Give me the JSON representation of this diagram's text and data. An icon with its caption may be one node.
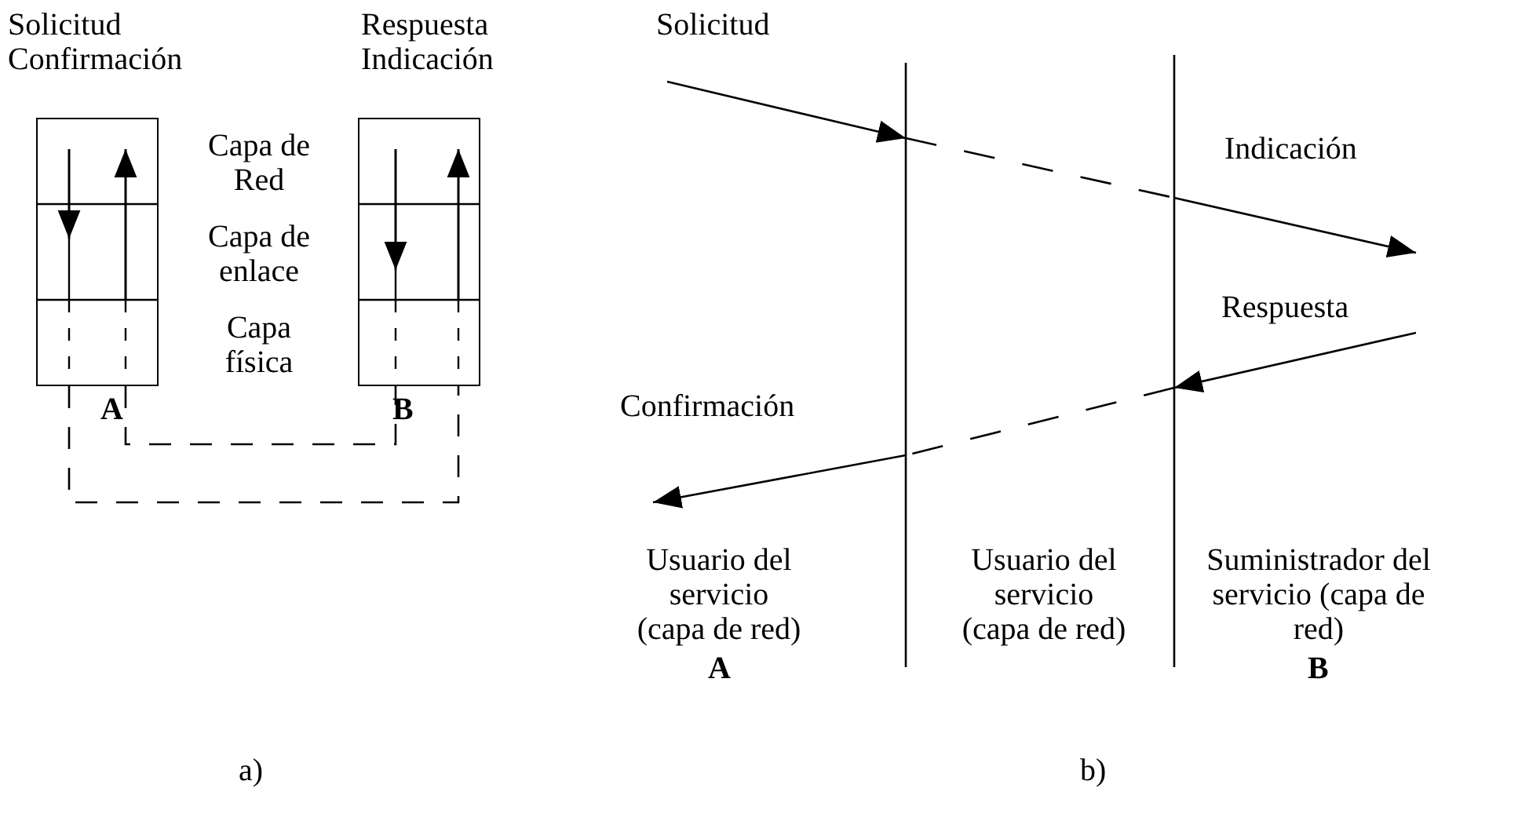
{
  "diagram": {
    "nodes": [
      {
        "text": [],
        "shape": "box",
        "beside": [
          "A"
        ]
      },
      {
        "text": [],
        "shape": "box",
        "beside": [
          "B"
        ]
      }
    ],
    "edges": [
      {
        "from": 0,
        "to": 1,
        "arrow": "none",
        "style": "dashed"
      },
      {
        "from": 0,
        "to": 1,
        "arrow": "none",
        "style": "dashed"
      }
    ],
    "labels": [
      "Solicitud",
      "Confirmación",
      "Respuesta",
      "Indicación",
      "Capa de Red",
      "Capa de enlace",
      "Capa física",
      "Solicitud",
      "Indicación",
      "Respuesta",
      "Confirmación",
      "Usuario del servicio (capa de red)",
      "Usuario del servicio (capa de red)",
      "Suministrador del servicio (capa de red)",
      "A",
      "B",
      "a)",
      "b)"
    ]
  }
}
